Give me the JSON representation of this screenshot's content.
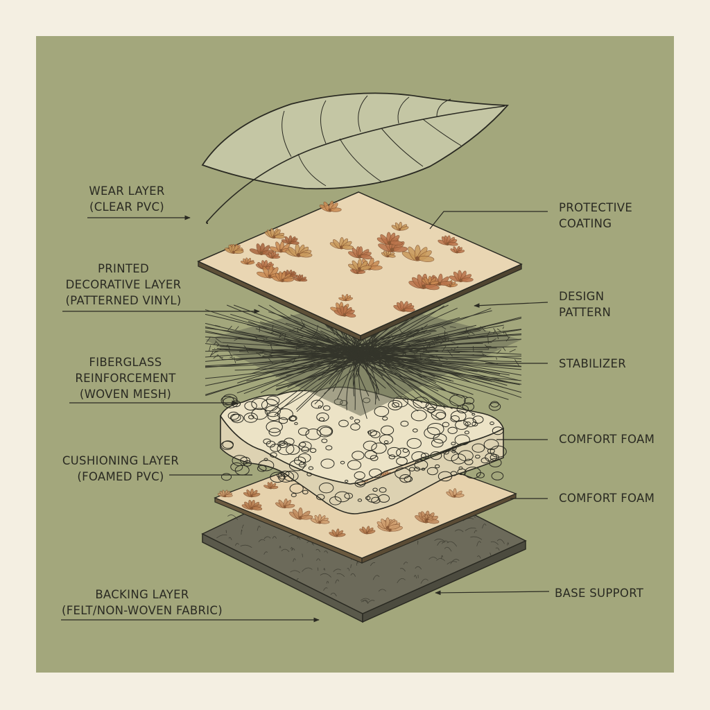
{
  "colors": {
    "page_border": "#f4efe2",
    "panel": "#a3a77c",
    "ink": "#2a2a22",
    "leaf": "#c4c6a4",
    "decor_base": "#e9d6b3",
    "decor_motif": "#b9734a",
    "mesh": "#4a4c3e",
    "foam": "#ece3c6",
    "backing": "#6c6a5a"
  },
  "labels_left": {
    "wear": [
      "WEAR LAYER",
      "(CLEAR PVC)"
    ],
    "printed": [
      "PRINTED",
      "DECORATIVE LAYER",
      "(PATTERNED VINYL)"
    ],
    "fiberglass": [
      "FIBERGLASS",
      "REINFORCEMENT",
      "(WOVEN MESH)"
    ],
    "cushioning": [
      "CUSHIONING LAYER",
      "(FOAMED PVC)"
    ],
    "backing": [
      "BACKING LAYER",
      "(FELT/NON-WOVEN FABRIC)"
    ]
  },
  "labels_right": {
    "protective": [
      "PROTECTIVE",
      "COATING"
    ],
    "design": [
      "DESIGN",
      "PATTERN"
    ],
    "stabilizer": "STABILIZER",
    "comfort_foam_1": "COMFORT FOAM",
    "comfort_foam_2": "COMFORT FOAM",
    "base_support": "BASE SUPPORT"
  },
  "icons": [
    "leaf-icon",
    "floral-motif",
    "mesh-fibers",
    "foam-bubbles",
    "felt-texture"
  ]
}
